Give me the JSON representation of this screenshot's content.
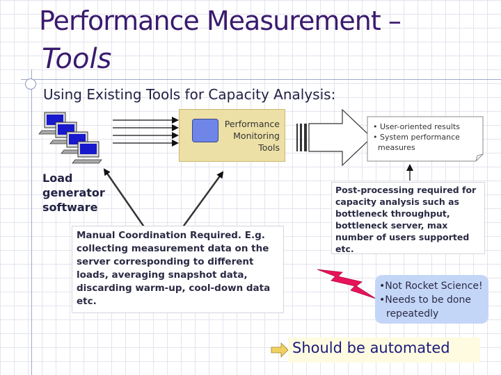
{
  "slide": {
    "title_line1": "Performance Measurement –",
    "title_line2": "Tools",
    "subtitle": "Using Existing Tools for Capacity Analysis:"
  },
  "diagram": {
    "monitoring_box": {
      "lines": [
        "Performance",
        "Monitoring",
        "Tools"
      ]
    },
    "load_generator": {
      "lines": [
        "Load",
        "generator",
        "software"
      ],
      "computer_icon_count": 4
    },
    "manual_note": "Manual Coordination Required. E.g. collecting measurement data on the server corresponding to different loads, averaging snapshot data, discarding warm-up, cool-down data etc.",
    "results_note": {
      "bullets": [
        "• User-oriented results",
        "• System performance",
        "measures"
      ]
    },
    "post_processing_note": "Post-processing required for capacity analysis such as bottleneck throughput, bottleneck server, max number of users supported etc.",
    "rocket_note": {
      "lines": [
        "•Not Rocket Science!",
        "•Needs to be done",
        "repeatedly"
      ]
    },
    "automation_note": "Should be automated"
  },
  "colors": {
    "title": "#3a1a6e",
    "monitoring_box_fill": "#ece0a6",
    "rocket_box_fill": "#c4d6f8",
    "lightning": "#e8145a",
    "arrow_fill": "#ffffff"
  },
  "icons": {
    "computers": "desktop-computer-icon",
    "lightning": "lightning-bolt-icon",
    "small_arrow": "right-arrow-icon"
  }
}
